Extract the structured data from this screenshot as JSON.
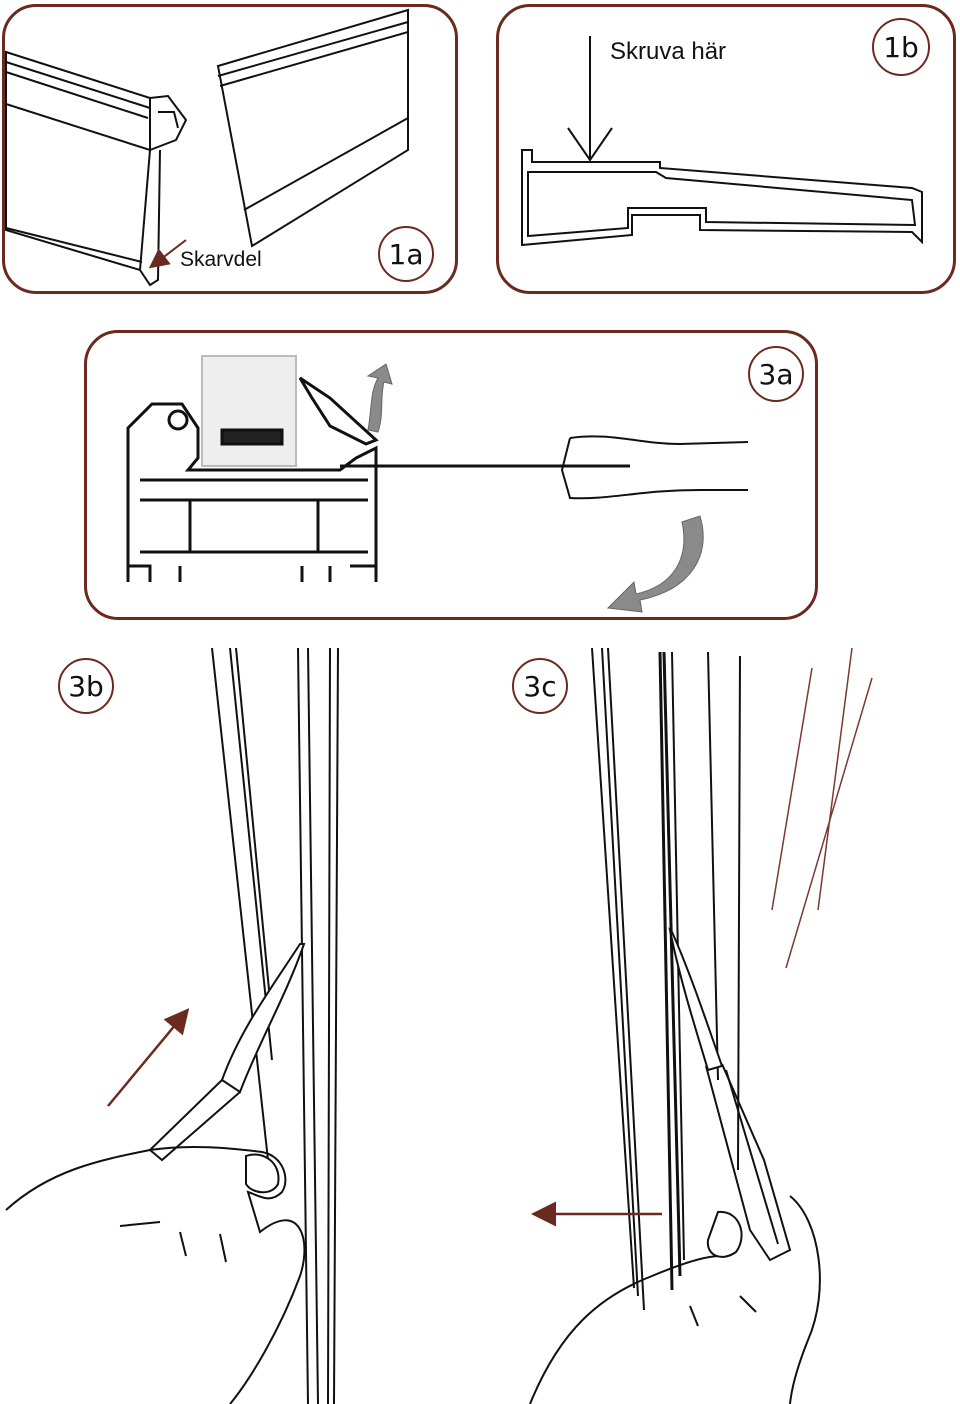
{
  "panels": {
    "p1a": {
      "badge": "1a",
      "caption": "Skarvdel"
    },
    "p1b": {
      "badge": "1b",
      "caption": "Skruva här"
    },
    "p3a": {
      "badge": "3a"
    },
    "p3b": {
      "badge": "3b"
    },
    "p3c": {
      "badge": "3c"
    }
  },
  "colors": {
    "frame": "#6b2a1f",
    "arrow": "#6b2a1f",
    "line": "#111111",
    "gray_arrow": "#8a8a8a"
  }
}
